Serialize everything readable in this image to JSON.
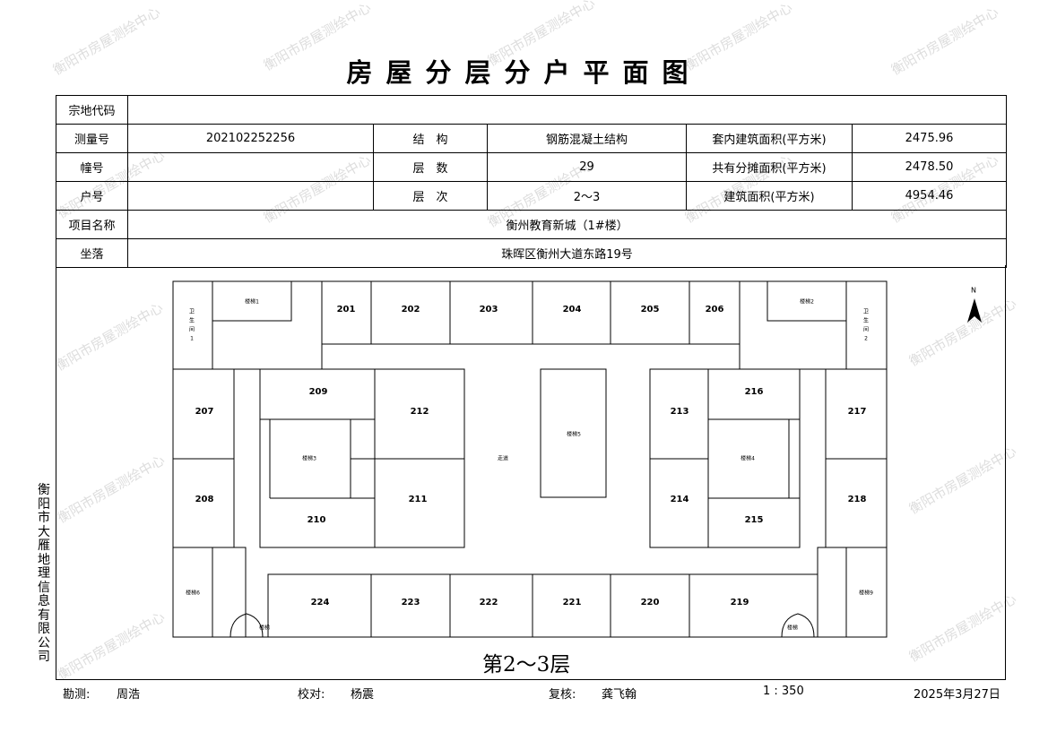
{
  "title": "房屋分层分户平面图",
  "info": {
    "zongdi_label": "宗地代码",
    "zongdi_value": "",
    "celiang_label": "测量号",
    "celiang_value": "202102252256",
    "jiegou_label": "结　构",
    "jiegou_value": "钢筋混凝土结构",
    "taonei_label": "套内建筑面积(平方米)",
    "taonei_value": "2475.96",
    "zhuang_label": "幢号",
    "zhuang_value": "",
    "cengshu_label": "层　数",
    "cengshu_value": "29",
    "gongyou_label": "共有分摊面积(平方米)",
    "gongyou_value": "2478.50",
    "hu_label": "户号",
    "hu_value": "",
    "cengci_label": "层　次",
    "cengci_value": "2～3",
    "jianzhu_label": "建筑面积(平方米)",
    "jianzhu_value": "4954.46",
    "xiangmu_label": "项目名称",
    "xiangmu_value": "衡州教育新城（1#楼）",
    "zuoluo_label": "坐落",
    "zuoluo_value": "珠晖区衡州大道东路19号"
  },
  "plan": {
    "floor_label": "第2～3层",
    "north_label": "N",
    "rooms": [
      "201",
      "202",
      "203",
      "204",
      "205",
      "206",
      "207",
      "208",
      "209",
      "210",
      "211",
      "212",
      "213",
      "214",
      "215",
      "216",
      "217",
      "218",
      "219",
      "220",
      "221",
      "222",
      "223",
      "224"
    ],
    "stairs": [
      "楼梯1",
      "楼梯2",
      "楼梯3",
      "楼梯4",
      "楼梯5",
      "楼梯6",
      "楼梯9",
      "楼梯"
    ],
    "corridor": "走道",
    "toilet1": "卫生间1",
    "toilet2": "卫生间2"
  },
  "side_text": "衡阳市大雁地理信息有限公司",
  "watermark": "衡阳市房屋测绘中心",
  "footer": {
    "survey_label": "勘测:",
    "survey_name": "周浩",
    "check_label": "校对:",
    "check_name": "杨震",
    "review_label": "复核:",
    "review_name": "龚飞翰",
    "scale": "1 : 350",
    "date": "2025年3月27日"
  }
}
